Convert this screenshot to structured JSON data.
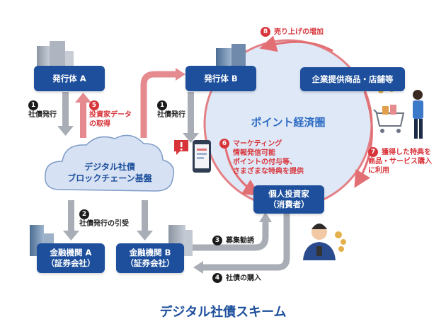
{
  "title": "デジタル社債スキーム",
  "nodes": {
    "issuer_a": "発行体 A",
    "issuer_b": "発行体 B",
    "goods": "企業提供商品・店舗等",
    "investor_line1": "個人投資家",
    "investor_line2": "（消費者）",
    "bank_a_line1": "金融機関 A",
    "bank_a_line2": "（証券会社）",
    "bank_b_line1": "金融機関 B",
    "bank_b_line2": "（証券会社）"
  },
  "cloud": {
    "line1": "デジタル社債",
    "line2": "ブロックチェーン基盤"
  },
  "sphere_label": "ポイント経済圏",
  "steps": {
    "s1": {
      "num": "1",
      "text": "社債発行"
    },
    "s2": {
      "num": "2",
      "text": "社債発行の引受"
    },
    "s3": {
      "num": "3",
      "text": "募集勧誘"
    },
    "s4": {
      "num": "4",
      "text": "社債の購入"
    },
    "s5": {
      "num": "5",
      "line1": "投資家データ",
      "line2": "の取得"
    },
    "s6": {
      "num": "6",
      "lines": [
        "マーケティング",
        "情報発信可能",
        "ポイントの付与等、",
        "さまざまな特典を提供"
      ]
    },
    "s7": {
      "num": "7",
      "lines": [
        "獲得した特典を",
        "商品・サービス購入",
        "に利用"
      ]
    },
    "s8": {
      "num": "8",
      "text": "売り上げの増加"
    }
  },
  "colors": {
    "navy": "#1d4f9c",
    "red": "#d8353b",
    "sphere": "#dfe8f7",
    "cloud": "#d6e1f3",
    "grey_arrow": "#a9adb5"
  }
}
